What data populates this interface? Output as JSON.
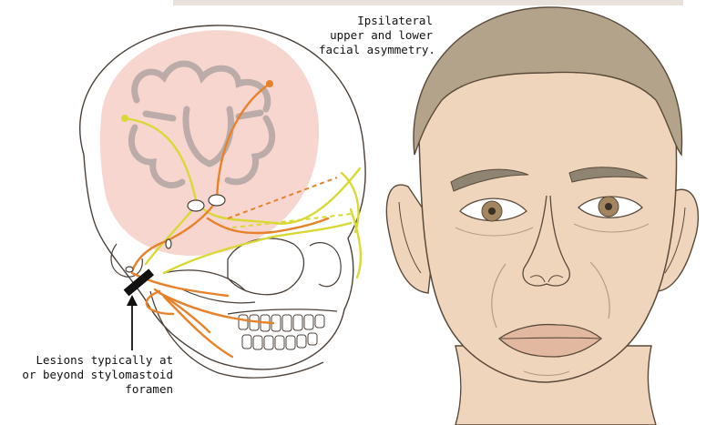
{
  "annotations": {
    "asymmetry": {
      "lines": [
        "Ipsilateral",
        "upper and lower",
        "facial asymmetry."
      ]
    },
    "lesion": {
      "lines": [
        "Lesions typically at",
        "or beyond stylomastoid",
        "foramen"
      ]
    }
  },
  "colors": {
    "skin": "#f0d5bd",
    "hair": "#b3a38b",
    "brain_overlay": "#f5c8c0",
    "nerve_orange": "#e8822a",
    "nerve_yellow": "#dcdc3c",
    "outline": "#5a4a3a"
  }
}
